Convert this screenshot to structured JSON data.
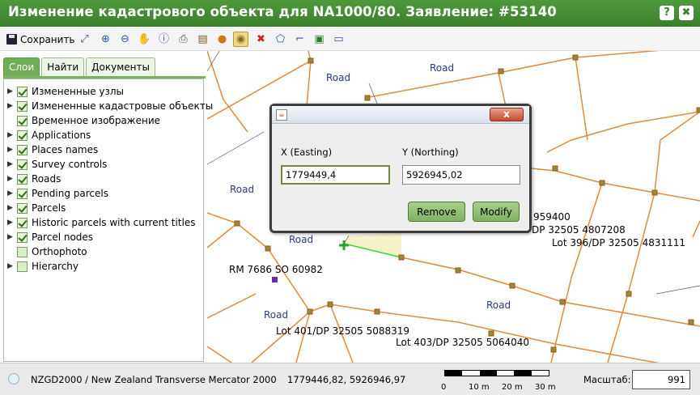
{
  "window": {
    "title": "Изменение кадастрового объекта для NA1000/80. Заявление: #53140",
    "help_icon": "?",
    "close_icon": "✖"
  },
  "toolbar": {
    "save_label": "Сохранить",
    "tools": [
      "zoom-extent-icon",
      "zoom-in-icon",
      "zoom-out-icon",
      "pan-hand-icon",
      "info-icon",
      "print-icon",
      "layers-icon",
      "add-node-icon",
      "edit-node-icon",
      "delete-icon",
      "select-polygon-icon",
      "select-line-icon",
      "export-icon",
      "screen-icon"
    ]
  },
  "left_panel": {
    "tabs": [
      "Слои",
      "Найти",
      "Документы"
    ],
    "active_tab": "Слои",
    "layers": [
      {
        "label": "Измененные узлы",
        "checked": true,
        "expandable": true
      },
      {
        "label": "Измененные кадастровые объекты",
        "checked": true,
        "expandable": true
      },
      {
        "label": "Временное изображение",
        "checked": true,
        "expandable": false
      },
      {
        "label": "Applications",
        "checked": true,
        "expandable": true
      },
      {
        "label": "Places names",
        "checked": true,
        "expandable": true
      },
      {
        "label": "Survey controls",
        "checked": true,
        "expandable": true
      },
      {
        "label": "Roads",
        "checked": true,
        "expandable": true
      },
      {
        "label": "Pending parcels",
        "checked": true,
        "expandable": true
      },
      {
        "label": "Parcels",
        "checked": true,
        "expandable": true
      },
      {
        "label": "Historic parcels with current titles",
        "checked": true,
        "expandable": true
      },
      {
        "label": "Parcel nodes",
        "checked": true,
        "expandable": true
      },
      {
        "label": "Orthophoto",
        "checked": false,
        "expandable": false
      },
      {
        "label": "Hierarchy",
        "checked": false,
        "expandable": true
      }
    ]
  },
  "map": {
    "road_label": "Road",
    "labels": {
      "rm": "RM 7686 SO 60982",
      "lot_401": "Lot 401/DP 32505 5088319",
      "lot_403": "Lot 403/DP 32505 5064040",
      "lot_396": "Lot 396/DP 32505 4831111",
      "dp_4807208": "DP 32505 4807208",
      "num_959400": "959400"
    }
  },
  "dialog": {
    "x_label": "X (Easting)",
    "y_label": "Y (Northing)",
    "x_value": "1779449,4",
    "y_value": "5926945,02",
    "remove_label": "Remove",
    "modify_label": "Modify",
    "close_label": "x"
  },
  "statusbar": {
    "crs": "NZGD2000 / New Zealand Transverse Mercator 2000",
    "coords": "1779446,82, 5926946,97",
    "scale_ticks": [
      "0",
      "10 m",
      "20 m",
      "30 m"
    ],
    "scale_label": "Масштаб:",
    "scale_value": "991"
  }
}
